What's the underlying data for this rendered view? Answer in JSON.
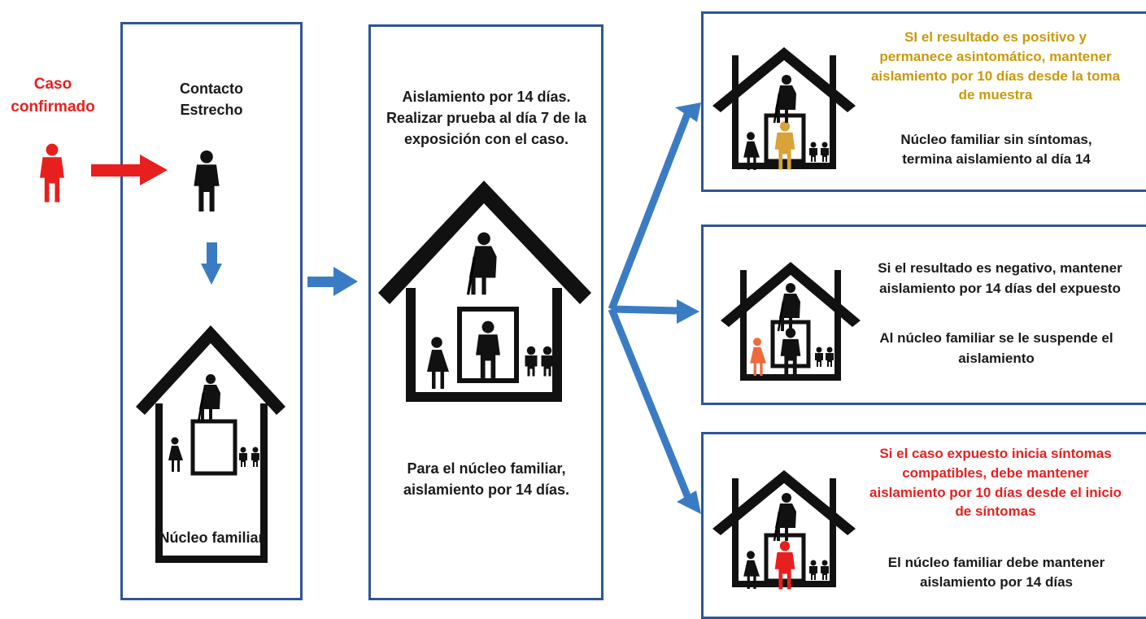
{
  "colors": {
    "box_border": "#2f5597",
    "arrow_blue": "#3a7cc4",
    "arrow_red": "#e81f1f",
    "confirmed": "#e81f1f",
    "positive_text": "#c99a0a",
    "symptom_text": "#e81f1f",
    "black": "#1a1a1a"
  },
  "source": {
    "label": "Caso\nconfirmado",
    "icon": "person-red-icon"
  },
  "contact_box": {
    "title": "Contacto\nEstrecho",
    "icon": "person-black-icon",
    "house_icon": "house-family-icon",
    "caption": "Núcleo familiar"
  },
  "isolation_box": {
    "instruction": "Aislamiento por 14 días.\nRealizar prueba al día 7 de la\nexposición con el caso.",
    "house_icon": "house-family-icon",
    "family_note": "Para el núcleo familiar,\naislamiento por 14 días."
  },
  "outcomes": [
    {
      "condition": "SI el resultado es positivo y\npermanece asintomático, mantener\naislamiento por 10 días desde la toma\nde muestra",
      "condition_color": "gold",
      "family_note": "Núcleo familiar sin síntomas,\ntermina aislamiento al día 14",
      "house_icon": "house-family-icon"
    },
    {
      "condition": "Si el resultado es negativo, mantener\naislamiento por 14 días del expuesto",
      "condition_color": "black",
      "family_note": "Al núcleo familiar se le suspende el\naislamiento",
      "house_icon": "house-family-icon"
    },
    {
      "condition": "Si el caso expuesto inicia síntomas\ncompatibles, debe mantener\naislamiento por 10 días desde el inicio\nde síntomas",
      "condition_color": "red",
      "family_note": "El núcleo familiar debe mantener\naislamiento por 14 días",
      "house_icon": "house-family-icon"
    }
  ]
}
